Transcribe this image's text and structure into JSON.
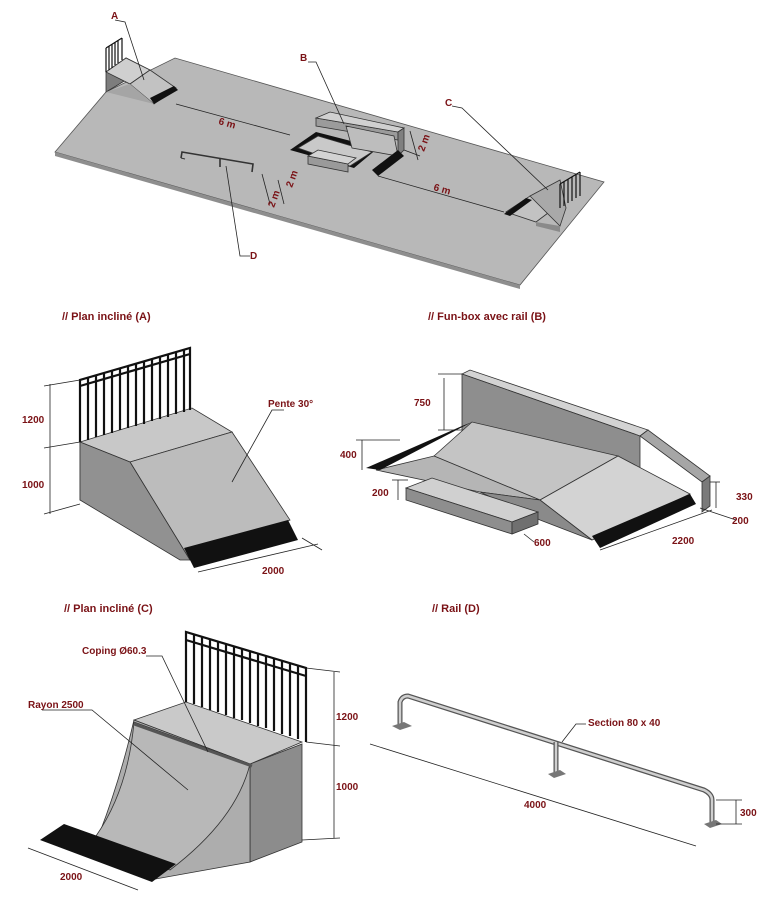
{
  "plan": {
    "marker_a": "A",
    "marker_b": "B",
    "marker_c": "C",
    "marker_d": "D",
    "dim_left": "6 m",
    "dim_right": "6 m",
    "dim_box": "2 m",
    "dim_rail_1": "2 m",
    "dim_rail_2": "2 m"
  },
  "panel_a": {
    "title": "// Plan incliné (A)",
    "fence_height": "1200",
    "deck_height": "1000",
    "length": "2000",
    "slope_label": "Pente 30°"
  },
  "panel_b": {
    "title": "// Fun-box avec rail (B)",
    "wall_height": "750",
    "box_height": "400",
    "step_height": "200",
    "step_depth": "600",
    "length": "2200",
    "rail_height": "330",
    "rail_width": "200"
  },
  "panel_c": {
    "title": "// Plan incliné (C)",
    "coping_label": "Coping Ø60.3",
    "radius_label": "Rayon 2500",
    "fence_height": "1200",
    "deck_height": "1000",
    "length": "2000"
  },
  "panel_d": {
    "title": "// Rail (D)",
    "section_label": "Section 80 x 40",
    "length": "4000",
    "height": "300"
  },
  "colors": {
    "label": "#7a1216",
    "slab": "#b9b9b9",
    "face_light": "#c8c8c8",
    "face_dark": "#8c8c8c",
    "coping": "#111111"
  }
}
